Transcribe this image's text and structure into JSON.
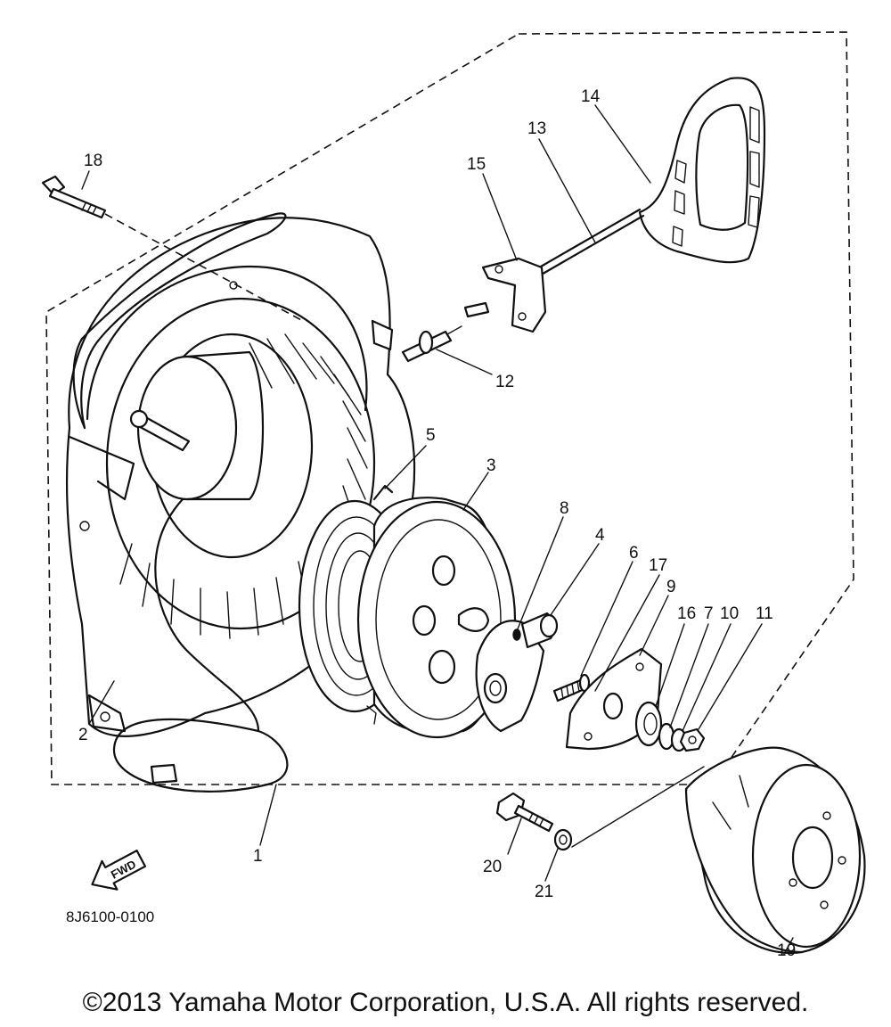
{
  "diagram": {
    "part_numbers": [
      "1",
      "2",
      "3",
      "4",
      "5",
      "6",
      "7",
      "8",
      "9",
      "10",
      "11",
      "12",
      "13",
      "14",
      "15",
      "16",
      "17",
      "18",
      "19",
      "20",
      "21"
    ],
    "fwd_label": "FWD",
    "drawing_code": "8J6100-0100"
  },
  "footer": {
    "copyright": "©2013 Yamaha Motor Corporation, U.S.A. All rights reserved."
  }
}
